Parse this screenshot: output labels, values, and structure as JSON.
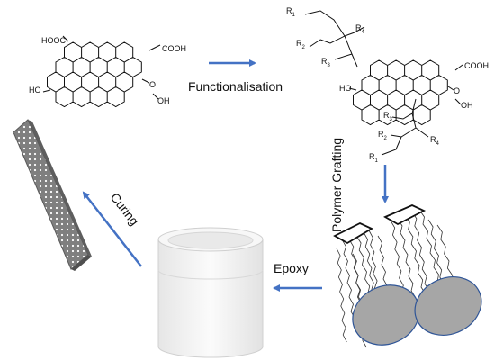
{
  "colors": {
    "arrow": "#4472C4",
    "text": "#111111",
    "disc_fill": "#A6A6A6",
    "disc_stroke": "#2F5597",
    "cup": "#F2F2F2",
    "plate": "#7F7F7F"
  },
  "steps": {
    "functionalisation": "Functionalisation",
    "polymer_grafting": "Polymer Grafting",
    "epoxy": "Epoxy",
    "curing": "Curing"
  },
  "molecule_left": {
    "cooh_left": "HOOC",
    "cooh_right": "COOH",
    "oh_left": "HO",
    "oh_right": "OH",
    "epoxide_o": "O"
  },
  "molecule_right": {
    "cooh": "COOH",
    "oh_left": "HO",
    "oh_right": "OH",
    "epoxide_o": "O",
    "r_letter": "R",
    "r1": "1",
    "r2": "2",
    "r3": "3",
    "r4": "4"
  }
}
